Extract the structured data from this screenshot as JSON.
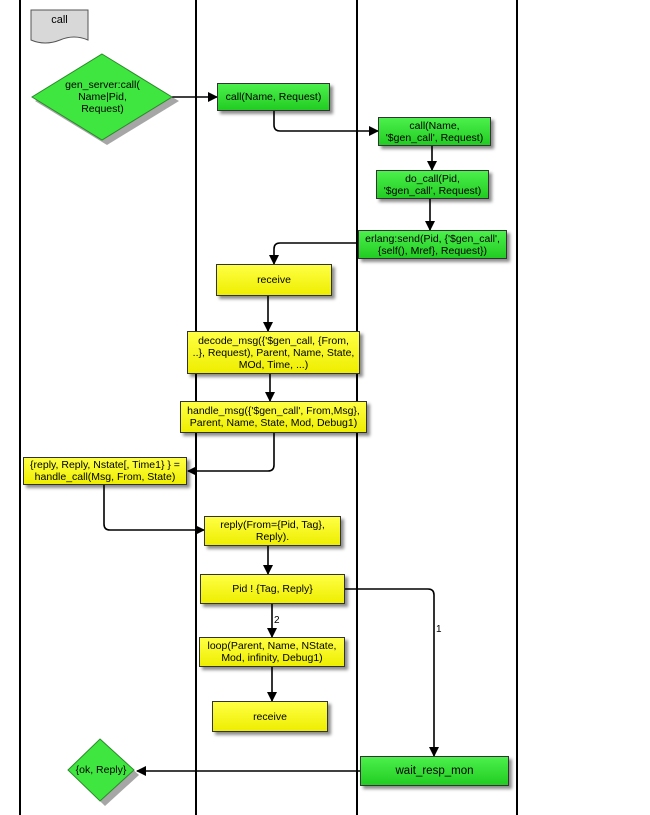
{
  "diagram": {
    "doc_label": "call",
    "start_diamond": "gen_server:call(\nName|Pid,\nRequest)",
    "end_diamond": "{ok, Reply}",
    "nodes": {
      "call_name_request": "call(Name, Request)",
      "call_gen_call": "call(Name,\n'$gen_call', Request)",
      "do_call": "do_call(Pid,\n'$gen_call', Request)",
      "erlang_send": "erlang:send(Pid, {'$gen_call',\n{self(), Mref}, Request})",
      "receive_1": "receive",
      "decode_msg": "decode_msg({'$gen_call, {From,\n..}, Request), Parent, Name, State,\nMOd, Time, ...)",
      "handle_msg": "handle_msg({'$gen_call', From,Msg},\nParent, Name, State, Mod, Debug1)",
      "handle_call": "{reply, Reply, Nstate[, Time1} } =\nhandle_call(Msg, From, State)",
      "reply": "reply(From={Pid, Tag},\nReply).",
      "send_reply": "Pid ! {Tag, Reply}",
      "loop": "loop(Parent, Name, NState,\nMod, infinity, Debug1)",
      "receive_2": "receive",
      "wait_resp_mon": "wait_resp_mon"
    },
    "edge_labels": {
      "to_wait": "1",
      "to_loop": "2"
    },
    "colors": {
      "green": "#33dd33",
      "yellow": "#f5f500",
      "line": "#000000"
    }
  }
}
